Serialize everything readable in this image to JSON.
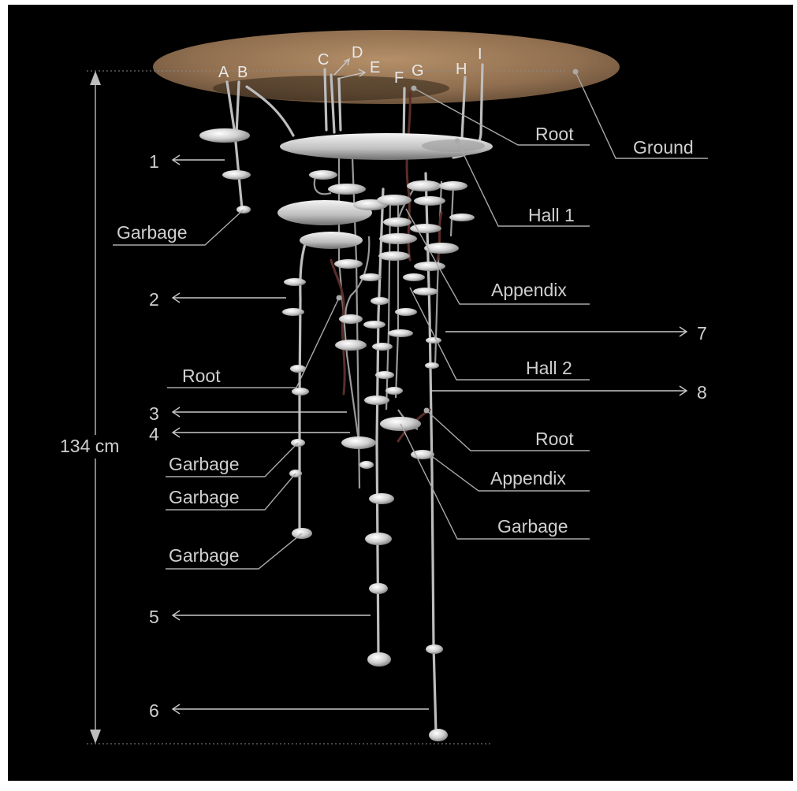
{
  "figure": {
    "scale_label": "134 cm",
    "shaft_labels": [
      "A",
      "B",
      "C",
      "D",
      "E",
      "F",
      "G",
      "H",
      "I"
    ],
    "chamber_numbers": [
      "1",
      "2",
      "3",
      "4",
      "5",
      "6",
      "7",
      "8"
    ],
    "callouts": {
      "ground": "Ground",
      "root_top": "Root",
      "hall1": "Hall 1",
      "appendix_top": "Appendix",
      "hall2": "Hall 2",
      "root_mid": "Root",
      "root_left": "Root",
      "appendix_mid": "Appendix",
      "garbage_center": "Garbage",
      "garbage_1": "Garbage",
      "garbage_2": "Garbage",
      "garbage_3": "Garbage",
      "garbage_4": "Garbage"
    },
    "colors": {
      "background": "#000000",
      "frame": "#ffffff",
      "ground": "#9c7a58",
      "tunnel": "#bdbdbd",
      "chamber": "#d9d9d9",
      "root": "#5a2e2a",
      "annotation": "#cfcfcf"
    }
  }
}
